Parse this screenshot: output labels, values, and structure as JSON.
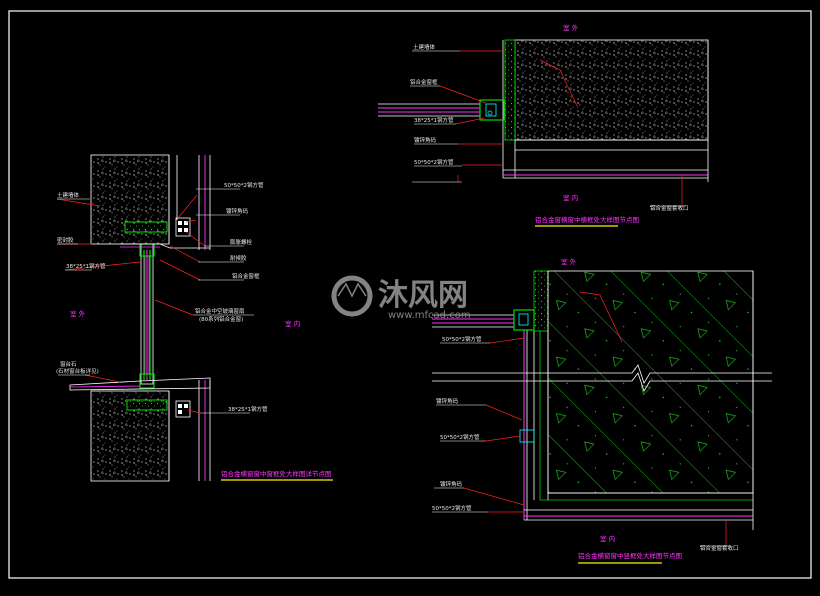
{
  "colors": {
    "background": "#000000",
    "frame": "#ffffff",
    "wall": "#ffffff",
    "leader": "#ff2020",
    "metal": "#00dd00",
    "glass": "#ff33ff",
    "seal": "#00ffff",
    "title": "#ff33ff",
    "underline": "#ffee00",
    "text": "#e8e8e8"
  },
  "watermark": {
    "name": "沐风网",
    "url": "www.mfcad.com"
  },
  "detail_left": {
    "title": "铝合金横窗窗中窗框处大样图详节点图",
    "room_left": "室 外",
    "room_right": "室 内",
    "labels": [
      "土建墙体",
      "50*50*2钢方管",
      "镀锌角码",
      "膨胀螺栓",
      "耐候胶",
      "38*25*1钢方管",
      "铝合金窗框",
      "密封胶",
      "铝合金中空玻璃窗扇",
      "(80系列铝合金窗)",
      "窗台石",
      "(石材窗台板详见)",
      "38*25*1钢方管"
    ]
  },
  "detail_top_right": {
    "title": "铝合金窗横窗中横框处大样图节点图",
    "room_top": "室 外",
    "room_bottom": "室 内",
    "labels": [
      "土建墙体",
      "铝合金窗框",
      "38*25*1钢方管",
      "镀锌角码",
      "50*50*2钢方管",
      "铝合金窗套收口"
    ]
  },
  "detail_bottom_right": {
    "title": "铝合金横窗窗中竖框处大样图节点图",
    "room_top": "室 外",
    "room_bottom": "室 内",
    "labels": [
      "50*50*2钢方管",
      "镀锌角码",
      "50*50*2钢方管",
      "镀锌角码",
      "50*50*2钢方管",
      "铝合金窗套收口"
    ]
  }
}
